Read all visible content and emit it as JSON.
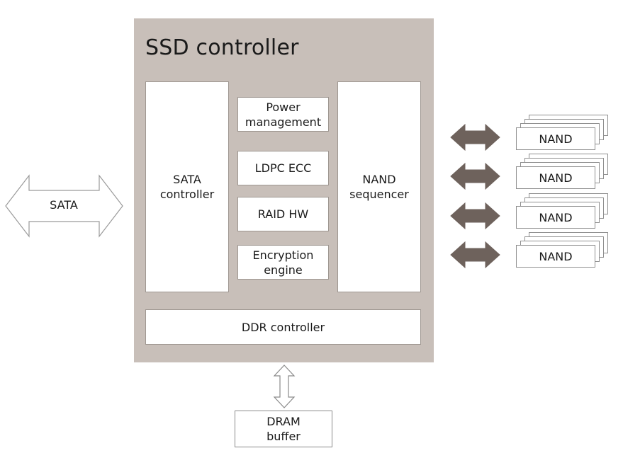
{
  "diagram": {
    "title": "SSD controller",
    "sata_interface": {
      "label": "SATA"
    },
    "sata_controller": {
      "label": "SATA\ncontroller"
    },
    "nand_sequencer": {
      "label": "NAND\nsequencer"
    },
    "center_blocks": [
      {
        "label": "Power\nmanagement"
      },
      {
        "label": "LDPC ECC"
      },
      {
        "label": "RAID HW"
      },
      {
        "label": "Encryption\nengine"
      }
    ],
    "ddr_controller": {
      "label": "DDR controller"
    },
    "dram_buffer": {
      "label": "DRAM\nbuffer"
    },
    "nand_chips": [
      {
        "label": "NAND"
      },
      {
        "label": "NAND"
      },
      {
        "label": "NAND"
      },
      {
        "label": "NAND"
      }
    ],
    "colors": {
      "controller_fill": "#c8bfb9",
      "nand_arrow": "#6e625c",
      "box_fill": "#ffffff"
    }
  }
}
